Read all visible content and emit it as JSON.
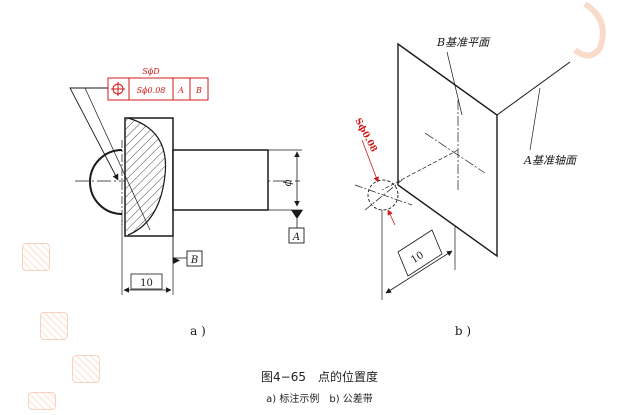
{
  "figure_a": {
    "position_symbol": "SϕD",
    "tolerance_value": "Sϕ0.08",
    "datum_primary": "A",
    "datum_secondary": "B",
    "datum_a_label": "A",
    "datum_b_label": "B",
    "diameter_symbol": "ϕ",
    "dimension": "10",
    "caption": "a )"
  },
  "figure_b": {
    "plane_b_label": "B基准平面",
    "axis_plane_label": "A基准轴面",
    "tolerance_zone_label": "Sϕ0.08",
    "dimension": "10",
    "caption": "b )"
  },
  "figure_caption": {
    "title": "图4−65　点的位置度",
    "subtitle": "a) 标注示例　b) 公差带"
  },
  "colors": {
    "ink": "#1a1a1a",
    "annotation_red": "#d01a1a",
    "hatch": "#444444",
    "watermark": "#f3b894"
  }
}
